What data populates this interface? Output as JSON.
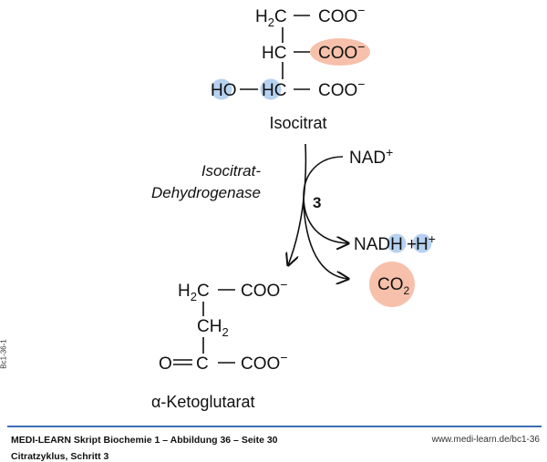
{
  "isocitrate": {
    "row1": {
      "left": "H",
      "sub": "2",
      "c": "C",
      "group": "COO",
      "charge": "−"
    },
    "row2": {
      "left": "HC",
      "group": "COO",
      "charge": "−"
    },
    "row3": {
      "ho": "HO",
      "left": "HC",
      "group": "COO",
      "charge": "−"
    },
    "name": "Isocitrat"
  },
  "enzyme": {
    "line1": "Isocitrat-",
    "line2": "Dehydrogenase"
  },
  "step": "3",
  "cofactor_in": {
    "text": "NAD",
    "charge": "+"
  },
  "products": {
    "nadh": "NADH",
    "plus": "+",
    "h": "H",
    "h_charge": "+",
    "co2": {
      "text": "CO",
      "sub": "2"
    }
  },
  "ketoglutarate": {
    "row1": {
      "left": "H",
      "sub": "2",
      "c": "C",
      "group": "COO",
      "charge": "−"
    },
    "row2": {
      "left": "CH",
      "sub": "2"
    },
    "row3": {
      "o": "O",
      "c": "C",
      "group": "COO",
      "charge": "−"
    },
    "name": "α-Ketoglutarat"
  },
  "footer": {
    "title": "MEDI-LEARN Skript Biochemie 1 – Abbildung 36 – Seite 30",
    "subtitle": "Citratzyklus, Schritt 3",
    "url": "www.medi-learn.de/bc1-36",
    "side_code": "Bc1-36-1"
  },
  "colors": {
    "orange": "#f7c0ab",
    "blue": "#b7d2f0",
    "rule": "#3a6fb5"
  }
}
